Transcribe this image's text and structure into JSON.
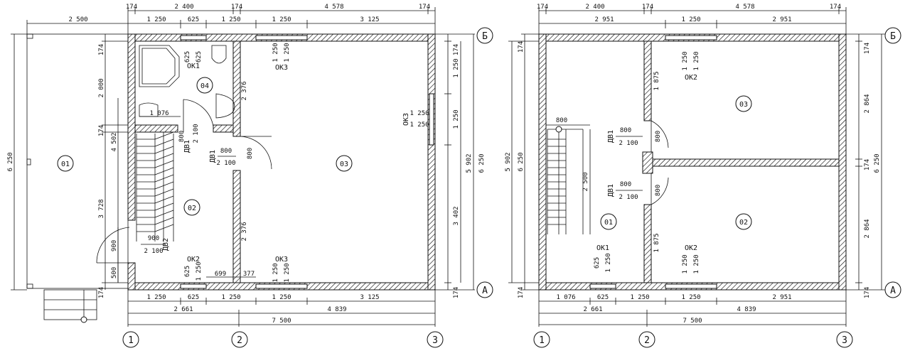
{
  "plan1": {
    "dims_top1": [
      "174",
      "2 400",
      "174",
      "4 578",
      "174"
    ],
    "dims_top2": [
      "2 500",
      "1 250",
      "625",
      "1 250",
      "1 250",
      "3 125"
    ],
    "dims_bottom1": [
      "1 250",
      "625",
      "1 250",
      "1 250",
      "3 125"
    ],
    "dims_bottom2": [
      "2 661",
      "4 839"
    ],
    "dims_bottom3": "7 500",
    "dims_left_outer": "6 250",
    "dims_left_mid": [
      "174",
      "2 000",
      "174",
      "3 728",
      "174"
    ],
    "dims_left_inner": "4 502",
    "dims_left_small": [
      "900",
      "500"
    ],
    "dims_right1": [
      "174",
      "1 250",
      "1 250",
      "3 402",
      "174"
    ],
    "dims_right2": "5 902",
    "dims_right3": "6 250",
    "dims_interior": [
      "2 376",
      "2 376",
      "1 076",
      "699",
      "377"
    ],
    "rooms": [
      "01",
      "02",
      "03",
      "04"
    ],
    "windows": [
      {
        "name": "ОК1",
        "w": "625",
        "h": "625"
      },
      {
        "name": "ОК3",
        "w": "1 250",
        "h": "1 250"
      },
      {
        "name": "ОК3",
        "w": "1 250",
        "h": "1 250"
      },
      {
        "name": "ОК2",
        "w": "625",
        "h": "1 250"
      },
      {
        "name": "ОК3",
        "w": "1 250",
        "h": "1 250"
      }
    ],
    "doors": [
      {
        "name": "ДВ1",
        "w": "800",
        "h": "2 100"
      },
      {
        "name": "ДВ1",
        "w": "800",
        "h": "2 100"
      },
      {
        "name": "ДВ2",
        "w": "900",
        "h": "2 100"
      }
    ],
    "axes": [
      "1",
      "2",
      "3",
      "Б",
      "А"
    ]
  },
  "plan2": {
    "dims_top1": [
      "174",
      "2 400",
      "174",
      "4 578",
      "174"
    ],
    "dims_top2": [
      "2 951",
      "1 250",
      "2 951"
    ],
    "dims_bottom1": [
      "1 076",
      "625",
      "1 250",
      "1 250",
      "2 951"
    ],
    "dims_bottom2": [
      "2 661",
      "4 839"
    ],
    "dims_bottom3": "7 500",
    "dims_left_outer": "5 902",
    "dims_left_inner": "6 250",
    "dims_left_small": [
      "174",
      "174"
    ],
    "dims_right1": [
      "174",
      "2 864",
      "174",
      "2 864",
      "174"
    ],
    "dims_right2": "6 250",
    "dims_interior": [
      "800",
      "2 500",
      "1 875",
      "1 875"
    ],
    "rooms": [
      "01",
      "02",
      "03"
    ],
    "windows": [
      {
        "name": "ОК2",
        "w": "1 250",
        "h": "1 250"
      },
      {
        "name": "ОК1",
        "w": "625",
        "h": "1 250"
      },
      {
        "name": "ОК2",
        "w": "1 250",
        "h": "1 250"
      }
    ],
    "doors": [
      {
        "name": "ДВ1",
        "w": "800",
        "h": "2 100"
      },
      {
        "name": "ДВ1",
        "w": "800",
        "h": "2 100"
      }
    ],
    "axes": [
      "1",
      "2",
      "3",
      "Б",
      "А"
    ]
  }
}
